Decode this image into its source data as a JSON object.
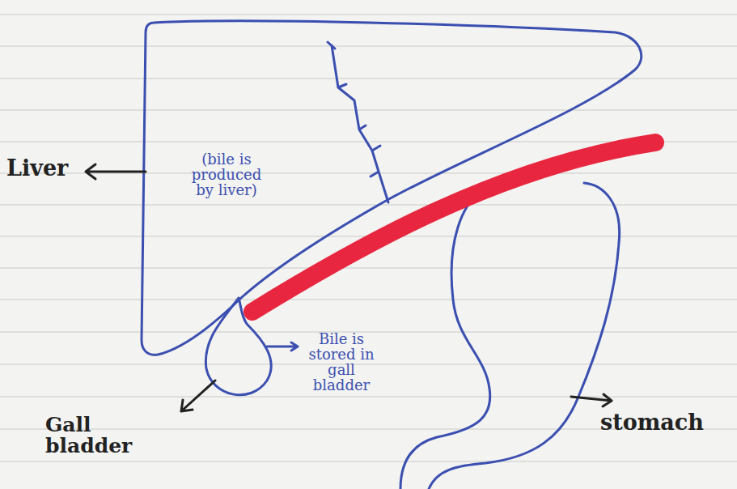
{
  "diagram": {
    "nodes": [
      {
        "text": [
          "(bile is produced by liver)"
        ]
      }
    ],
    "labels": [
      "Liver",
      "Bile is stored in gall bladder",
      "Gall bladder",
      "stomach"
    ]
  }
}
